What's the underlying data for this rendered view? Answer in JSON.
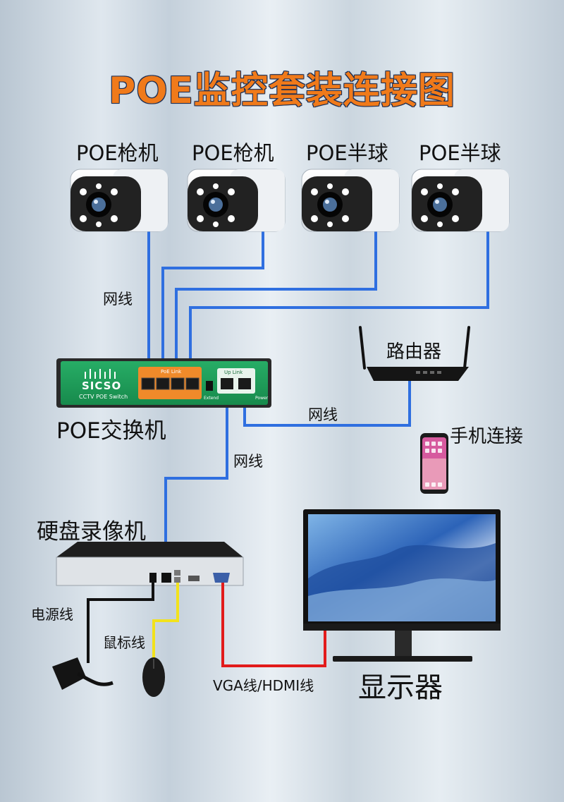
{
  "title": "POE监控套装连接图",
  "cameras": [
    {
      "label": "POE枪机"
    },
    {
      "label": "POE枪机"
    },
    {
      "label": "POE半球"
    },
    {
      "label": "POE半球"
    }
  ],
  "switch": {
    "brand": "SICSO",
    "subtitle": "CCTV POE Switch",
    "uplink_label": "Up Link",
    "poe_ports_label": "PoE Link",
    "extend_label": "Extend",
    "power_label": "Power",
    "caption": "POE交换机"
  },
  "router": {
    "caption": "路由器"
  },
  "phone": {
    "caption": "手机连接"
  },
  "nvr": {
    "caption": "硬盘录像机"
  },
  "monitor": {
    "caption": "显示器"
  },
  "cables": {
    "network_1": "网线",
    "network_2": "网线",
    "network_3": "网线",
    "power": "电源线",
    "mouse": "鼠标线",
    "video": "VGA线/HDMI线"
  },
  "colors": {
    "title": "#f07a1a",
    "network_cable": "#2f6fe0",
    "power_cable": "#111111",
    "mouse_cable": "#f2e21c",
    "video_cable": "#e21b1b",
    "switch_body": "#1e9a58"
  }
}
